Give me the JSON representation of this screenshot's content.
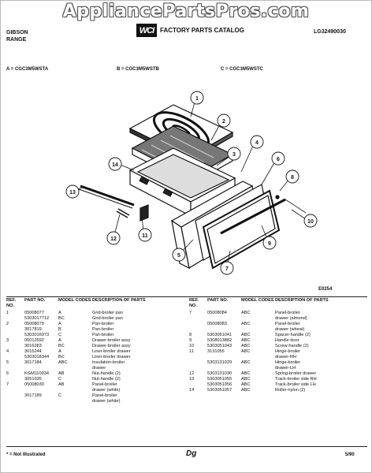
{
  "watermark": "AppliancePartsPros.com",
  "header": {
    "brand": [
      "GIBSON",
      "RANGE"
    ],
    "logo": "WCI",
    "catalog_title": "FACTORY PARTS CATALOG",
    "catalog_number": "LG32490030"
  },
  "models": {
    "a": "A = CGC3M5WSTA",
    "b": "B = CGC3M5WSTB",
    "c": "C = CGC3M5WSTC"
  },
  "diagram": {
    "figure_number": "E0254",
    "callouts": [
      "1",
      "2",
      "3",
      "4",
      "5",
      "6",
      "7",
      "8",
      "9",
      "10",
      "11",
      "12",
      "13",
      "14"
    ]
  },
  "columns": {
    "ref": "REF. NO.",
    "part": "PART NO.",
    "model": "MODEL CODES",
    "description": "DESCRIPTION OF PARTS"
  },
  "parts_left": [
    {
      "ref": "1",
      "part": "05008077",
      "model": "A",
      "desc": "Grid-broiler pan"
    },
    {
      "ref": "",
      "part": "5303017712",
      "model": "BC",
      "desc": "Grid-broiler pan"
    },
    {
      "ref": "2",
      "part": "05008079",
      "model": "A",
      "desc": "Pan-broiler"
    },
    {
      "ref": "",
      "part": "3017819",
      "model": "B",
      "desc": "Pan-broiler"
    },
    {
      "ref": "",
      "part": "5303016973",
      "model": "C",
      "desc": "Pan-broiler"
    },
    {
      "ref": "3",
      "part": "05012592",
      "model": "A",
      "desc": "Drawer-broiler assy"
    },
    {
      "ref": "",
      "part": "3016283",
      "model": "BC",
      "desc": "Drawer-broiler assy"
    },
    {
      "ref": "4",
      "part": "3015244",
      "model": "A",
      "desc": "Liner-broiler drawer"
    },
    {
      "ref": "",
      "part": "5303018344",
      "model": "BC",
      "desc": "Liner-broiler drawer"
    },
    {
      "ref": "5",
      "part": "3017184",
      "model": "ABC",
      "desc": "Insulation-broiler"
    },
    {
      "ref": "",
      "part": "",
      "model": "",
      "desc": "drawer"
    },
    {
      "ref": "6",
      "part": "KGM110934",
      "model": "AB",
      "desc": "Nut-handle (2)"
    },
    {
      "ref": "",
      "part": "3051035",
      "model": "C",
      "desc": "Nut-handle (2)"
    },
    {
      "ref": "7",
      "part": "05008030",
      "model": "AB",
      "desc": "Panel-broiler"
    },
    {
      "ref": "",
      "part": "",
      "model": "",
      "desc": "drawer (white)"
    },
    {
      "ref": "",
      "part": "",
      "model": "",
      "desc": ""
    },
    {
      "ref": "",
      "part": "3017189",
      "model": "C",
      "desc": "Panel-broiler"
    },
    {
      "ref": "",
      "part": "",
      "model": "",
      "desc": "drawer (white)"
    }
  ],
  "parts_right": [
    {
      "ref": "7",
      "part": "05008084",
      "model": "ABC",
      "desc": "Panel-broiler"
    },
    {
      "ref": "",
      "part": "",
      "model": "",
      "desc": "drawer (almond)"
    },
    {
      "ref": "",
      "part": "05008083",
      "model": "ABC",
      "desc": "Panel-broiler"
    },
    {
      "ref": "",
      "part": "",
      "model": "",
      "desc": "drawer (wheat)"
    },
    {
      "ref": "8",
      "part": "5303051041",
      "model": "ABC",
      "desc": "Spacer-handle (2)"
    },
    {
      "ref": "9",
      "part": "5308013882",
      "model": "ABC",
      "desc": "Handle door"
    },
    {
      "ref": "10",
      "part": "5303051043",
      "model": "ABC",
      "desc": "Screw-handle (2)"
    },
    {
      "ref": "11",
      "part": "3131055",
      "model": "ABC",
      "desc": "Hinge-broiler"
    },
    {
      "ref": "",
      "part": "",
      "model": "",
      "desc": "drawer-RH"
    },
    {
      "ref": "",
      "part": "5303131029",
      "model": "ABC",
      "desc": "Hinge-broiler"
    },
    {
      "ref": "",
      "part": "",
      "model": "",
      "desc": "drawer-LH"
    },
    {
      "ref": "12",
      "part": "5303131030",
      "model": "ABC",
      "desc": "Spring-broiler drawer"
    },
    {
      "ref": "13",
      "part": "5303051055",
      "model": "ABC",
      "desc": "Track-broiler side RH"
    },
    {
      "ref": "",
      "part": "5303051056",
      "model": "ABC",
      "desc": "Track-broiler side LH"
    },
    {
      "ref": "14",
      "part": "5303051057",
      "model": "ABC",
      "desc": "Roller-nylon (2)"
    }
  ],
  "footer": {
    "note": "* = Not Illustrated",
    "initials": "Dg",
    "date": "5/90"
  }
}
